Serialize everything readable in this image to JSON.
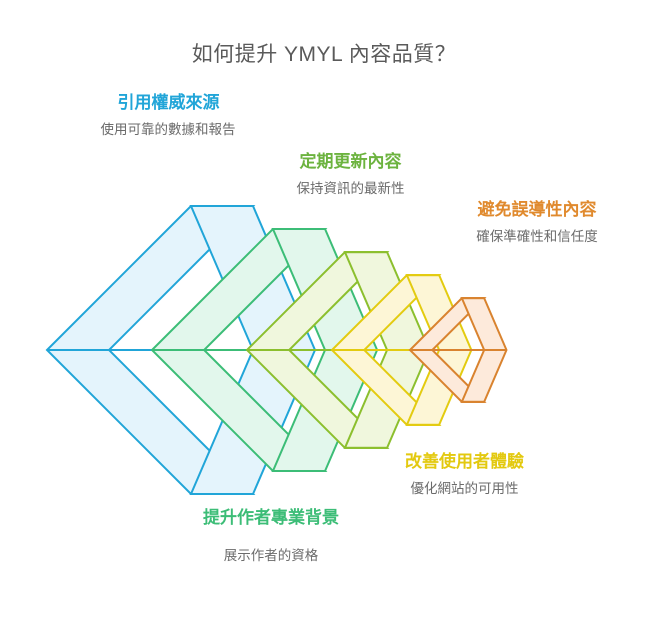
{
  "page": {
    "title": "如何提升 YMYL 內容品質？",
    "background": "#ffffff",
    "title_color": "#5a5a5a"
  },
  "chart_data": {
    "type": "diagram",
    "subtype": "nested-chevron-funnel",
    "title": "如何提升 YMYL 內容品質？",
    "orientation": "left-to-right, decreasing size",
    "steps": [
      {
        "index": 1,
        "label": "引用權威來源",
        "description": "使用可靠的數據和報告",
        "stroke": "#21a5d8",
        "fill": "#e4f4fc",
        "size": 1.0,
        "label_position": "top-left"
      },
      {
        "index": 2,
        "label": "提升作者專業背\n景",
        "description": "展示作者的資格",
        "stroke": "#3cbd77",
        "fill": "#e2f7ec",
        "size": 0.84,
        "label_position": "bottom-left"
      },
      {
        "index": 3,
        "label": "定期更新內容",
        "description": "保持資訊的最新性",
        "stroke": "#8cbf2e",
        "fill": "#f0f7dd",
        "size": 0.68,
        "label_position": "top-center"
      },
      {
        "index": 4,
        "label": "改善使用者體驗",
        "description": "優化網站的可用性",
        "stroke": "#e3cb10",
        "fill": "#fdf6d6",
        "size": 0.52,
        "label_position": "bottom-right"
      },
      {
        "index": 5,
        "label": "避免誤導性內容",
        "description": "確保準確性和信任度",
        "stroke": "#d9832f",
        "fill": "#fdeadb",
        "size": 0.36,
        "label_position": "top-right"
      }
    ]
  },
  "labels": [
    {
      "title": "引用權威來源",
      "desc": "使用可靠的數據和報告",
      "color": "#21a5d8"
    },
    {
      "title": "定期更新內容",
      "desc": "保持資訊的最新性",
      "color": "#6cb33f"
    },
    {
      "title": "避免誤導性內容",
      "desc": "確保準確性和信任度",
      "color": "#e08a2e"
    },
    {
      "title": "改善使用者體驗",
      "desc": "優化網站的可用性",
      "color": "#e3c90f"
    },
    {
      "title": "提升作者專業背景",
      "desc": "展示作者的資格",
      "color": "#3cbd77"
    }
  ]
}
